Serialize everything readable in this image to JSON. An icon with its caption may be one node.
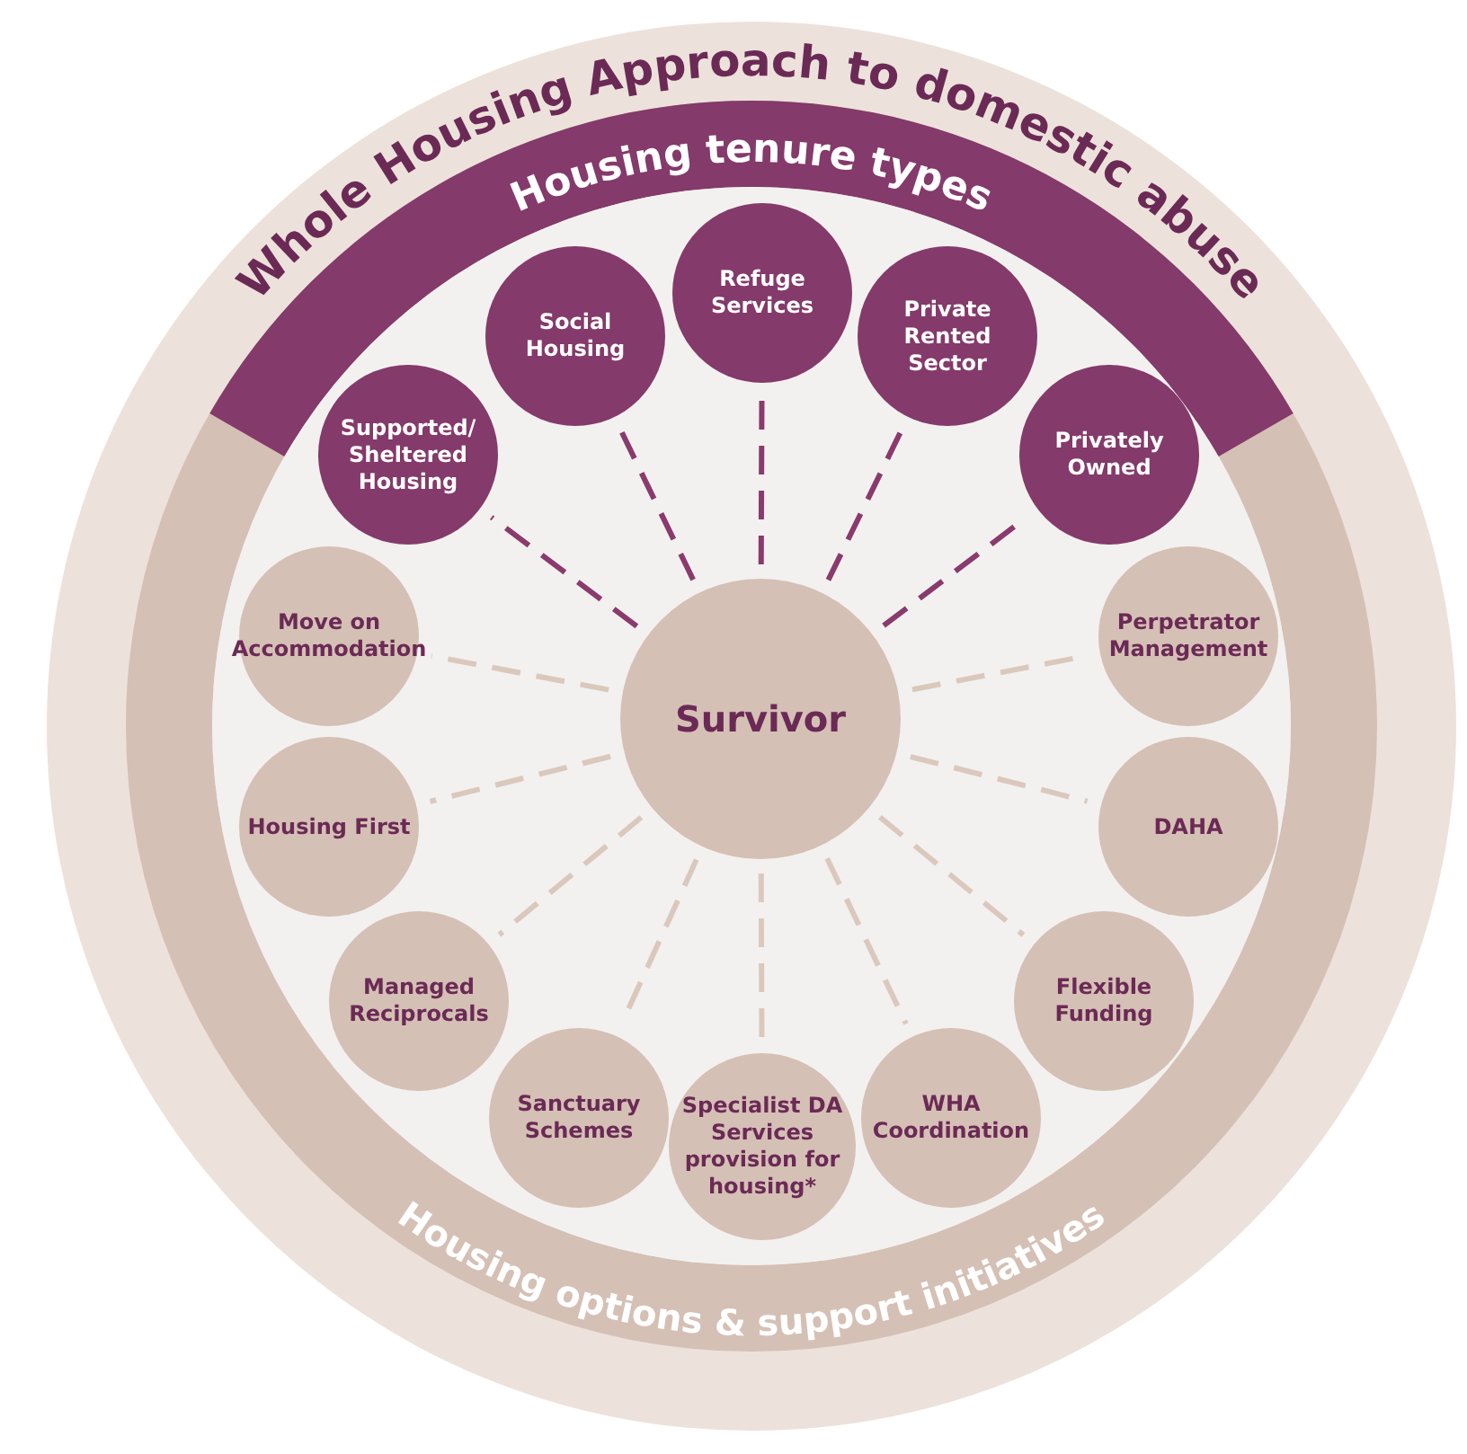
{
  "diagram": {
    "title": "Whole Housing Approach to domestic abuse",
    "nodes": [
      {
        "text": [
          "Survivor"
        ]
      },
      {
        "text": [
          "Refuge Services"
        ]
      },
      {
        "text": [
          "Social Housing"
        ]
      },
      {
        "text": [
          "Private Rented Sector"
        ]
      },
      {
        "text": [
          "Supported/ Sheltered Housing"
        ]
      },
      {
        "text": [
          "Privately Owned"
        ]
      },
      {
        "text": [
          "Move on Accommodation"
        ]
      },
      {
        "text": [
          "Perpetrator Management"
        ]
      },
      {
        "text": [
          "Housing First"
        ]
      },
      {
        "text": [
          "DAHA"
        ]
      },
      {
        "text": [
          "Managed Reciprocals"
        ]
      },
      {
        "text": [
          "Flexible Funding"
        ]
      },
      {
        "text": [
          "Sanctuary Schemes"
        ]
      },
      {
        "text": [
          "Specialist DA Services provision for housing*"
        ]
      },
      {
        "text": [
          "WHA Coordination"
        ]
      }
    ],
    "edges": [
      {
        "from": 0,
        "to": 1,
        "arrow": "none",
        "style": "dashed",
        "color": "#8a3a6c"
      },
      {
        "from": 0,
        "to": 2,
        "arrow": "none",
        "style": "dashed",
        "color": "#8a3a6c"
      },
      {
        "from": 0,
        "to": 3,
        "arrow": "none",
        "style": "dashed",
        "color": "#8a3a6c"
      },
      {
        "from": 0,
        "to": 4,
        "arrow": "none",
        "style": "dashed",
        "color": "#8a3a6c"
      },
      {
        "from": 0,
        "to": 5,
        "arrow": "none",
        "style": "dashed",
        "color": "#8a3a6c"
      },
      {
        "from": 0,
        "to": 6,
        "arrow": "none",
        "style": "dashed"
      },
      {
        "from": 0,
        "to": 7,
        "arrow": "none",
        "style": "dashed"
      },
      {
        "from": 0,
        "to": 8,
        "arrow": "none",
        "style": "dashed"
      },
      {
        "from": 0,
        "to": 9,
        "arrow": "none",
        "style": "dashed"
      },
      {
        "from": 0,
        "to": 10,
        "arrow": "none",
        "style": "dashed"
      },
      {
        "from": 0,
        "to": 11,
        "arrow": "none",
        "style": "dashed"
      },
      {
        "from": 0,
        "to": 12,
        "arrow": "none",
        "style": "dashed"
      },
      {
        "from": 0,
        "to": 13,
        "arrow": "none",
        "style": "dashed"
      },
      {
        "from": 0,
        "to": 14,
        "arrow": "none",
        "style": "dashed"
      }
    ],
    "labels": [
      "Housing tenure types",
      "Housing options & support initiatives"
    ]
  }
}
